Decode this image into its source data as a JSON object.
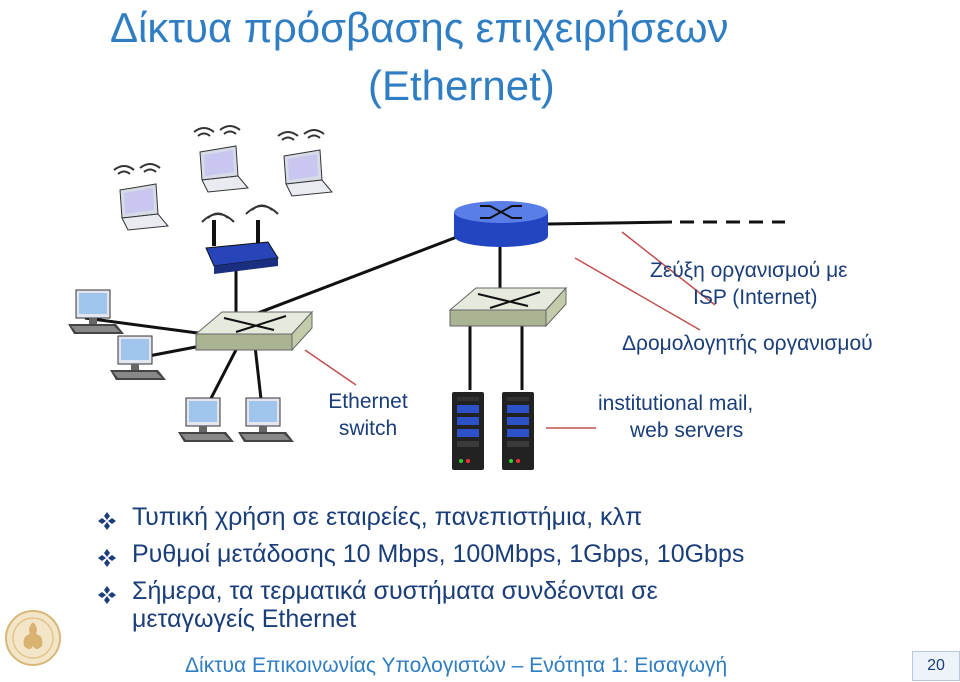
{
  "slide": {
    "title_line1": "Δίκτυα πρόσβασης επιχειρήσεων",
    "title_line2": "(Ethernet)",
    "labels": {
      "isp_link": "Ζεύξη οργανισμού με",
      "isp_link_2": "ISP (Internet)",
      "router": "Δρομολογητής οργανισμού",
      "switch_1": "Ethernet",
      "switch_2": "switch",
      "servers_1": "institutional mail,",
      "servers_2": "web servers"
    },
    "bullets": [
      "Τυπική χρήση σε εταιρείες, πανεπιστήμια, κλπ",
      "Ρυθμοί μετάδοσης 10 Mbps, 100Mbps, 1Gbps, 10Gbps",
      "Σήμερα, τα τερματικά συστήματα συνδέονται σε",
      "μεταγωγείς Ethernet"
    ],
    "footer": "Δίκτυα Επικοινωνίας Υπολογιστών – Ενότητα 1: Εισαγωγή",
    "page_number": "20"
  },
  "colors": {
    "title": "#2f7dc2",
    "text": "#1a3e7a",
    "leader_lines": "#c0504d",
    "router": "#2a55d4"
  },
  "icons": [
    "router-icon",
    "ethernet-switch-icon",
    "wireless-access-point-icon",
    "laptop-icon",
    "desktop-computer-icon",
    "server-icon",
    "university-seal-icon"
  ]
}
